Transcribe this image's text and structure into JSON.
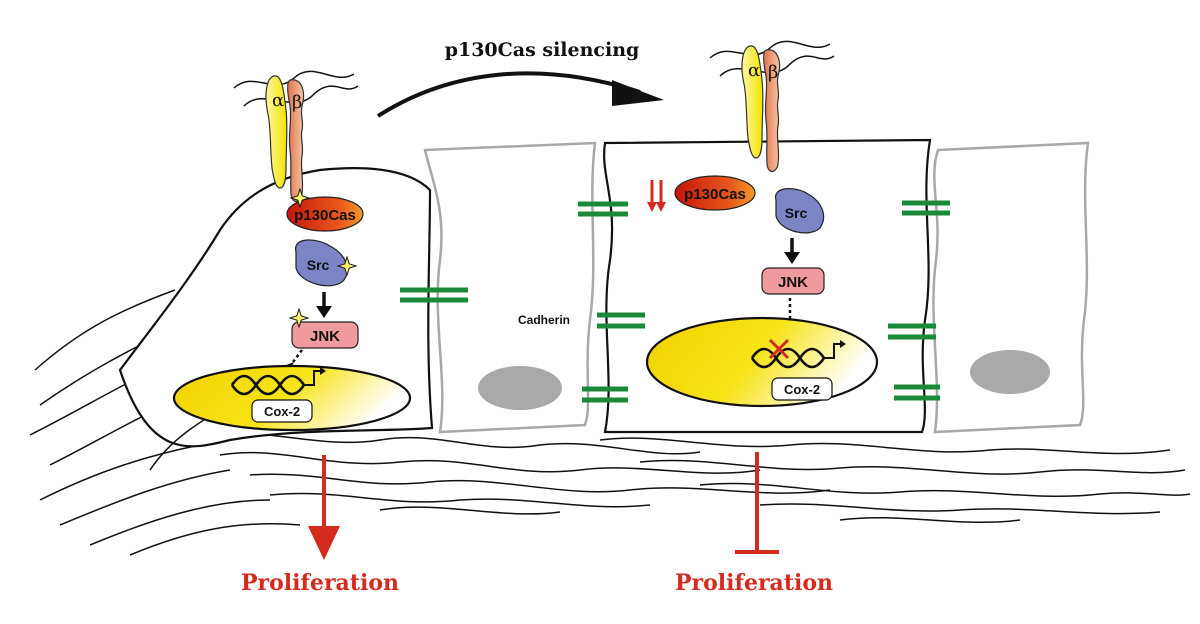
{
  "title": "p130Cas silencing",
  "colors": {
    "accent_red": "#d52b1e",
    "cadherin_green": "#1a8a3a",
    "nucleus_yellow": "#f7e316",
    "p130cas_orange": "#e0461c",
    "src_blue": "#7c84c6",
    "jnk_pink": "#f09aa0",
    "neighbor_gray": "#a8a8a8"
  },
  "left_cell": {
    "integrin_alpha": "α",
    "integrin_beta": "β",
    "p130cas": "p130Cas",
    "src": "Src",
    "jnk": "JNK",
    "gene": "Cox-2",
    "outcome": "Proliferation",
    "outcome_effect": "activation"
  },
  "right_cell": {
    "integrin_alpha": "α",
    "integrin_beta": "β",
    "p130cas": "p130Cas",
    "src": "Src",
    "jnk": "JNK",
    "gene": "Cox-2",
    "junction_label": "Cadherin",
    "outcome": "Proliferation",
    "outcome_effect": "inhibition"
  },
  "icons": [
    "phosphorylation-star-icon",
    "downregulation-arrows-icon",
    "dna-helix-icon",
    "inhibition-x-icon"
  ]
}
